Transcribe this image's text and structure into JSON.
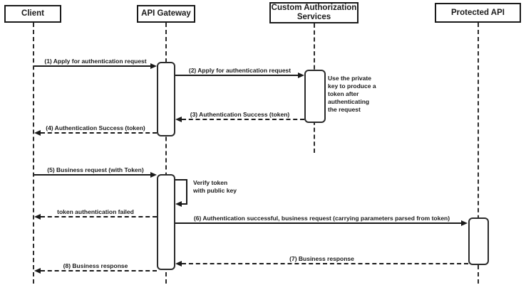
{
  "diagram": {
    "type": "sequence-diagram",
    "colors": {
      "stroke": "#1a1a1a",
      "background": "#ffffff",
      "text": "#1a1a1a"
    },
    "actors": [
      {
        "id": "client",
        "label": "Client"
      },
      {
        "id": "api-gateway",
        "label": "API Gateway"
      },
      {
        "id": "custom-authorization-services",
        "label": "Custom Authorization\nServices"
      },
      {
        "id": "protected-api",
        "label": "Protected API"
      }
    ],
    "messages": [
      {
        "label": "(1) Apply for authentication request",
        "from": "Client",
        "to": "API Gateway",
        "style": "solid"
      },
      {
        "label": "(2) Apply for authentication request",
        "from": "API Gateway",
        "to": "Custom Authorization Services",
        "style": "solid"
      },
      {
        "label": "(3) Authentication Success (token)",
        "from": "Custom Authorization Services",
        "to": "API Gateway",
        "style": "dashed"
      },
      {
        "label": "(4) Authentication Success (token)",
        "from": "API Gateway",
        "to": "Client",
        "style": "dashed"
      },
      {
        "label": "(5) Business request (with Token)",
        "from": "Client",
        "to": "API Gateway",
        "style": "solid"
      },
      {
        "label": "Verify token\nwith public key",
        "from": "API Gateway",
        "to": "API Gateway",
        "style": "self"
      },
      {
        "label": "token authentication failed",
        "from": "API Gateway",
        "to": "Client",
        "style": "dashed"
      },
      {
        "label": "(6) Authentication successful, business request (carrying parameters parsed from token)",
        "from": "API Gateway",
        "to": "Protected API",
        "style": "solid"
      },
      {
        "label": "(7) Business response",
        "from": "Protected API",
        "to": "API Gateway",
        "style": "dashed"
      },
      {
        "label": "(8) Business response",
        "from": "API Gateway",
        "to": "Client",
        "style": "dashed"
      }
    ],
    "notes": [
      {
        "label": "Use the private\nkey to produce a\ntoken after\nauthenticating\nthe request",
        "attached_to": "Custom Authorization Services"
      }
    ]
  }
}
